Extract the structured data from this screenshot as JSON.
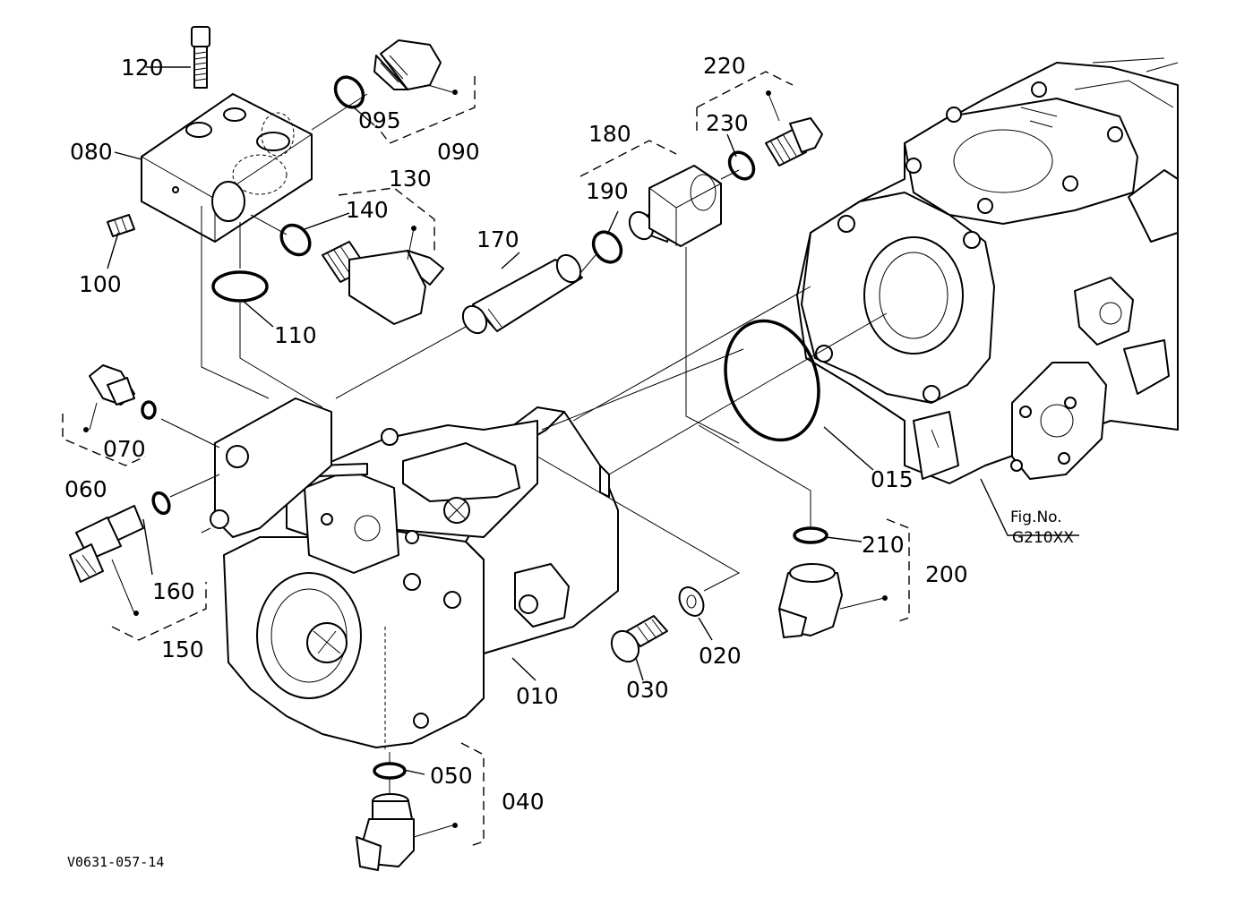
{
  "drawing_id": "V0631-057-14",
  "figure_ref": {
    "line1": "Fig.No.",
    "line2": "G210XX"
  },
  "callouts": [
    {
      "id": "c120",
      "text": "120"
    },
    {
      "id": "c080",
      "text": "080"
    },
    {
      "id": "c100",
      "text": "100"
    },
    {
      "id": "c095",
      "text": "095"
    },
    {
      "id": "c090",
      "text": "090"
    },
    {
      "id": "c130",
      "text": "130"
    },
    {
      "id": "c140",
      "text": "140"
    },
    {
      "id": "c110",
      "text": "110"
    },
    {
      "id": "c170",
      "text": "170"
    },
    {
      "id": "c180",
      "text": "180"
    },
    {
      "id": "c190",
      "text": "190"
    },
    {
      "id": "c220",
      "text": "220"
    },
    {
      "id": "c230",
      "text": "230"
    },
    {
      "id": "c070",
      "text": "070"
    },
    {
      "id": "c060",
      "text": "060"
    },
    {
      "id": "c160",
      "text": "160"
    },
    {
      "id": "c150",
      "text": "150"
    },
    {
      "id": "c015",
      "text": "015"
    },
    {
      "id": "c210",
      "text": "210"
    },
    {
      "id": "c200",
      "text": "200"
    },
    {
      "id": "c020",
      "text": "020"
    },
    {
      "id": "c030",
      "text": "030"
    },
    {
      "id": "c010",
      "text": "010"
    },
    {
      "id": "c050",
      "text": "050"
    },
    {
      "id": "c040",
      "text": "040"
    }
  ]
}
